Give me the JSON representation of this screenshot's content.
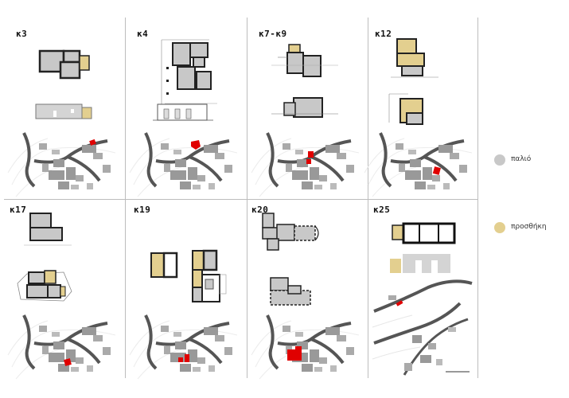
{
  "panels": [
    {
      "id": "k3",
      "label": "κ3"
    },
    {
      "id": "k4",
      "label": "κ4"
    },
    {
      "id": "k7-k9",
      "label": "κ7-κ9"
    },
    {
      "id": "k12",
      "label": "κ12"
    },
    {
      "id": "k17",
      "label": "κ17"
    },
    {
      "id": "k19",
      "label": "κ19"
    },
    {
      "id": "k20",
      "label": "κ20"
    },
    {
      "id": "k25",
      "label": "κ25"
    }
  ],
  "legend": [
    {
      "label": "παλιό",
      "color": "#c8c8c8"
    },
    {
      "label": "προσθήκη",
      "color": "#e3cf8f"
    }
  ],
  "colors": {
    "old": "#c8c8c8",
    "addition": "#e3cf8f",
    "highlight": "#e00000",
    "wall": "#222222"
  }
}
